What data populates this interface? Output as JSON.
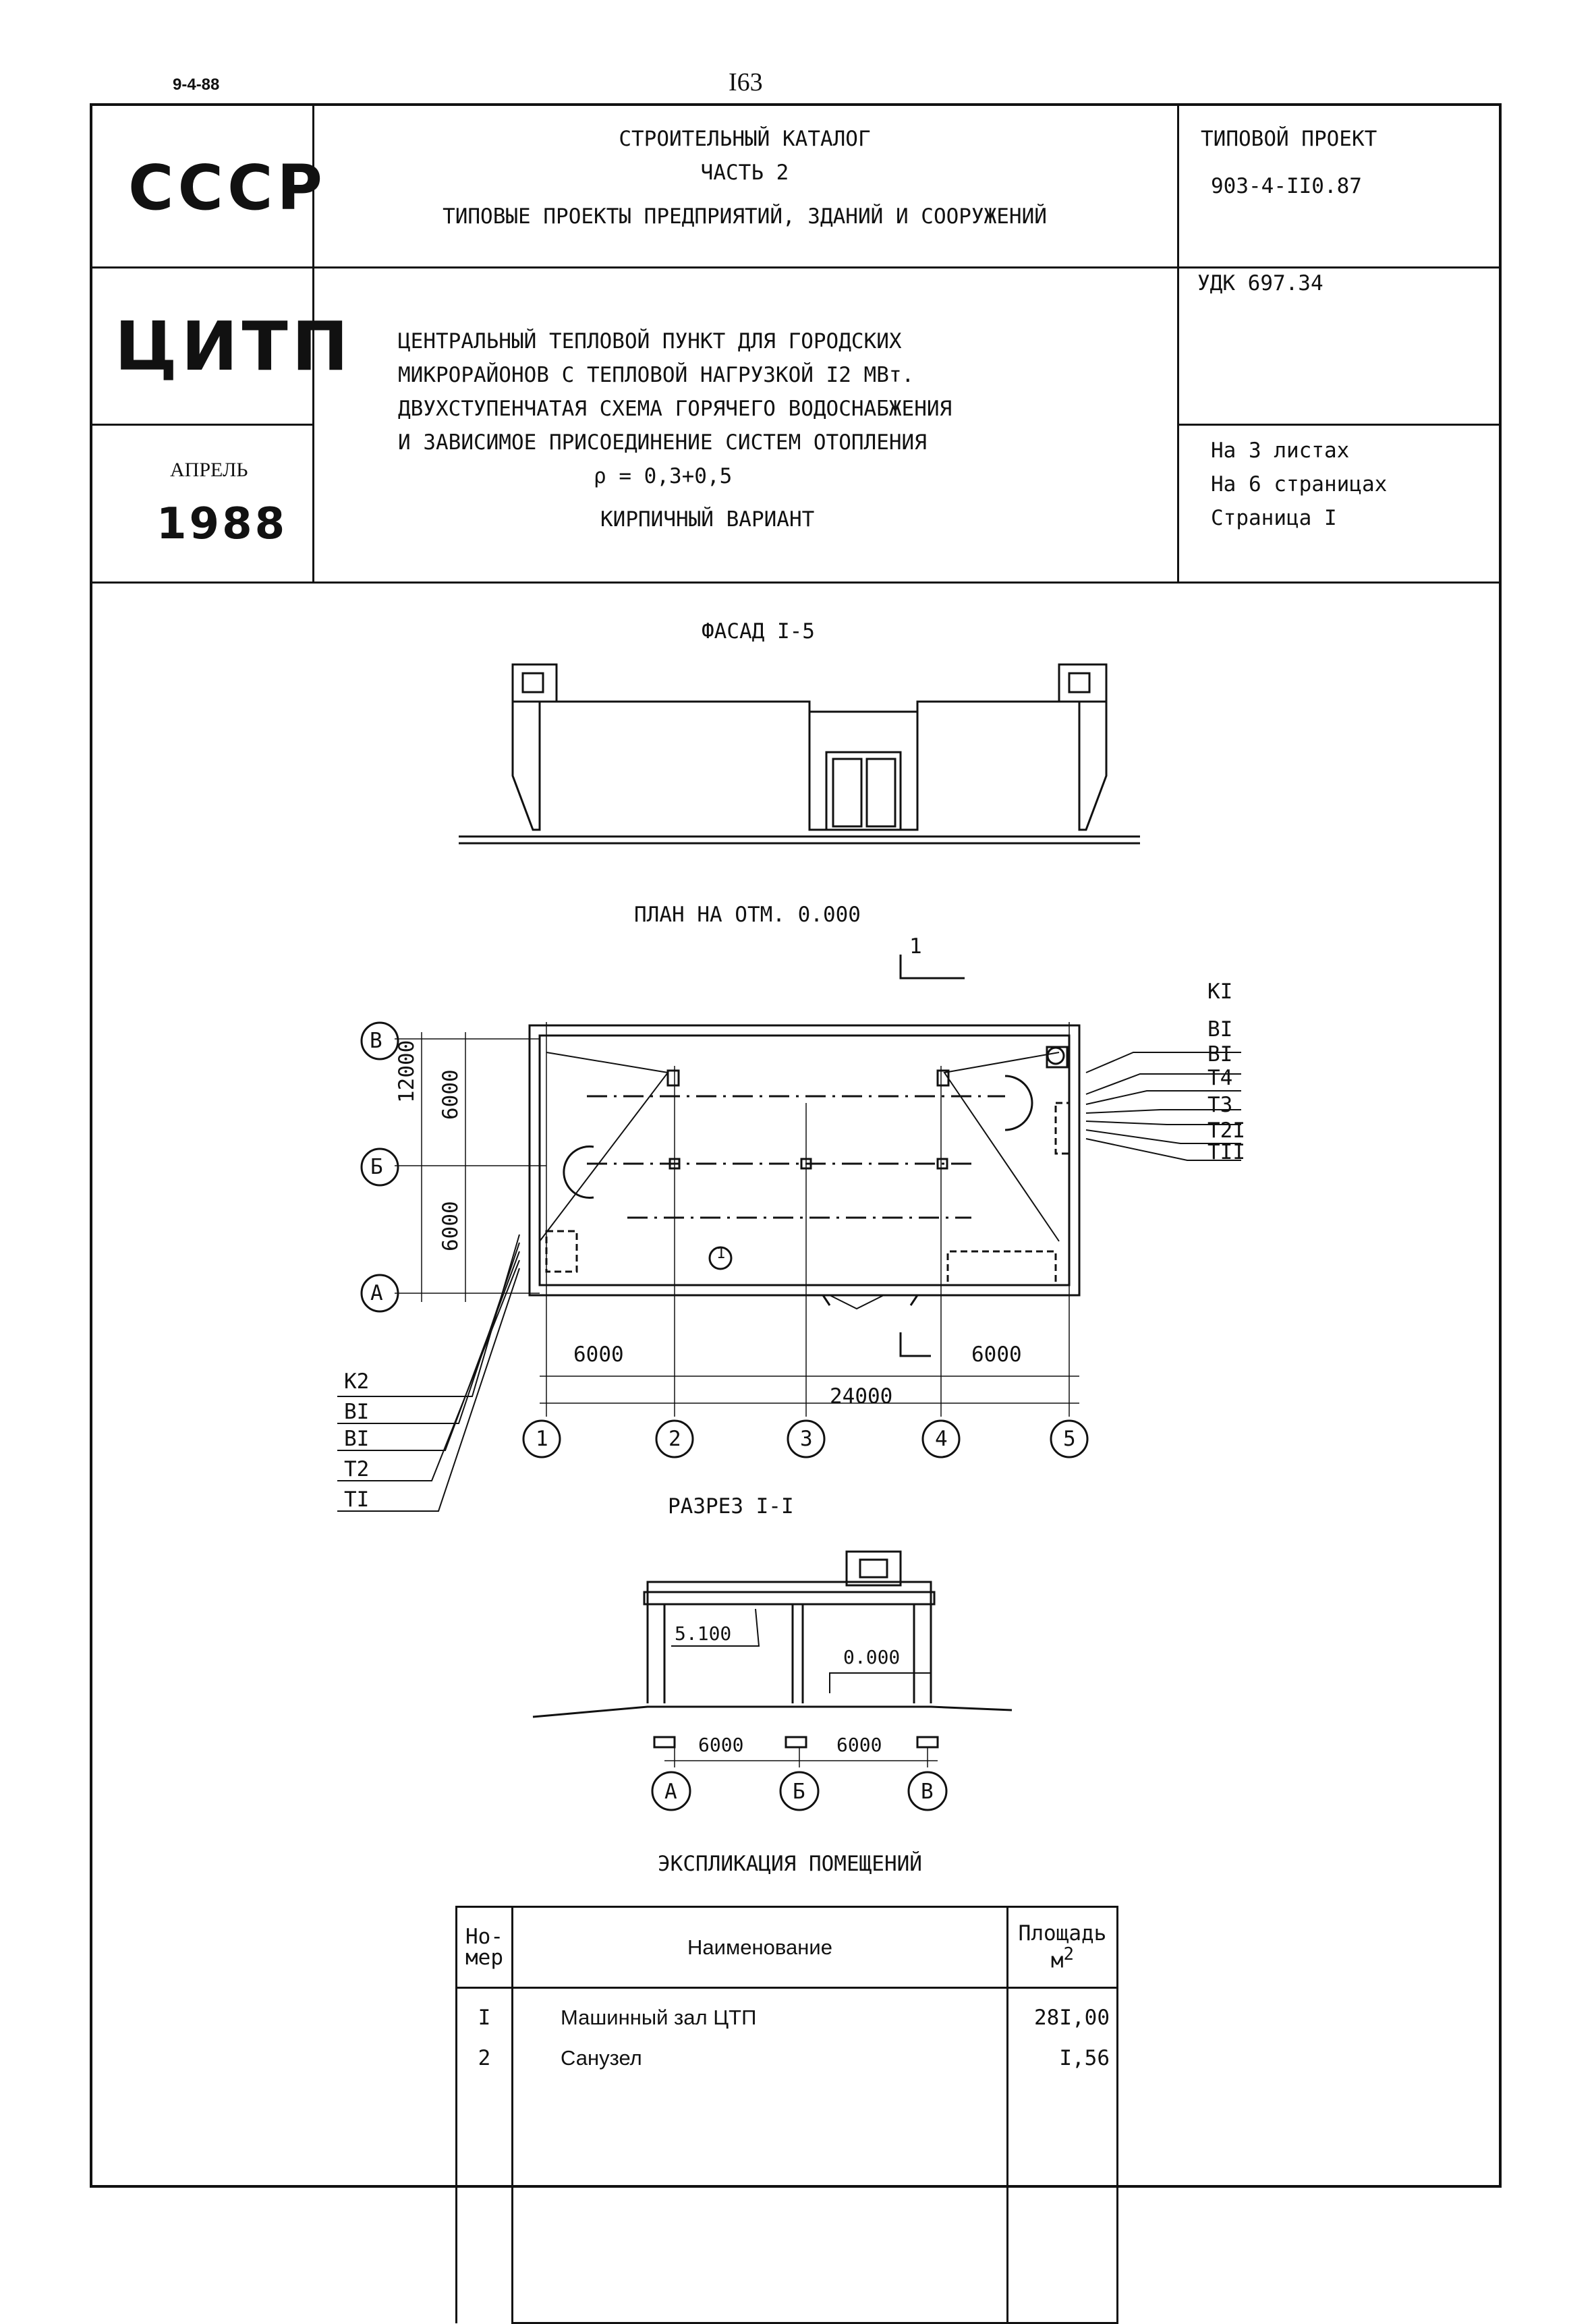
{
  "header": {
    "date_code": "9-4-88",
    "page_number": "I63"
  },
  "left_blocks": {
    "org1": "СССР",
    "org2": "ЦИТП",
    "month": "АПРЕЛЬ",
    "year": "1988"
  },
  "catalog": {
    "line1": "СТРОИТЕЛЬНЫЙ КАТАЛОГ",
    "line2": "ЧАСТЬ 2",
    "line3": "ТИПОВЫЕ ПРОЕКТЫ ПРЕДПРИЯТИЙ, ЗДАНИЙ И СООРУЖЕНИЙ"
  },
  "project": {
    "label": "ТИПОВОЙ ПРОЕКТ",
    "number": "903-4-II0.87",
    "udk": "УДК 697.34",
    "sheets": "На 3 листах",
    "pages": "На 6 страницах",
    "page": "Страница I"
  },
  "title": {
    "line1": "ЦЕНТРАЛЬНЫЙ ТЕПЛОВОЙ ПУНКТ ДЛЯ ГОРОДСКИХ",
    "line2": "МИКРОРАЙОНОВ С ТЕПЛОВОЙ НАГРУЗКОЙ I2 МВт.",
    "line3": "ДВУХСТУПЕНЧАТАЯ СХЕМА ГОРЯЧЕГО ВОДОСНАБЖЕНИЯ",
    "line4": "И ЗАВИСИМОЕ ПРИСОЕДИНЕНИЕ СИСТЕМ ОТОПЛЕНИЯ",
    "line5": "ρ = 0,3+0,5",
    "line6": "КИРПИЧНЫЙ ВАРИАНТ"
  },
  "drawings": {
    "facade_title": "ФАСАД I-5",
    "plan_title": "ПЛАН НА ОТМ. 0.000",
    "section_title": "РАЗРЕЗ I-I",
    "section_mark": "1",
    "room_mark": "1",
    "axes_letters": [
      "В",
      "Б",
      "А"
    ],
    "axes_numbers": [
      "1",
      "2",
      "3",
      "4",
      "5"
    ],
    "dims": {
      "d12000": "12000",
      "d6000a": "6000",
      "d6000b": "6000",
      "d6000c": "6000",
      "d6000d": "6000",
      "d24000": "24000",
      "s6000a": "6000",
      "s6000b": "6000",
      "elev_top": "5.100",
      "elev_floor": "0.000"
    },
    "right_pipes": [
      "KI",
      "BI",
      "BI",
      "T4",
      "T3",
      "T2I",
      "TII"
    ],
    "left_pipes": [
      "K2",
      "BI",
      "BI",
      "T2",
      "TI"
    ],
    "section_axes": [
      "А",
      "Б",
      "В"
    ]
  },
  "explication": {
    "title": "ЭКСПЛИКАЦИЯ ПОМЕЩЕНИЙ",
    "col_num": "Но-\nмер",
    "col_num_1": "Но-",
    "col_num_2": "мер",
    "col_name": "Наименование",
    "col_area": "Площадь",
    "col_area_unit": "м",
    "col_area_sup": "2",
    "rows": [
      {
        "num": "I",
        "name": "Машинный зал ЦТП",
        "area": "28I,00"
      },
      {
        "num": "2",
        "name": "Санузел",
        "area": "I,56"
      }
    ]
  }
}
